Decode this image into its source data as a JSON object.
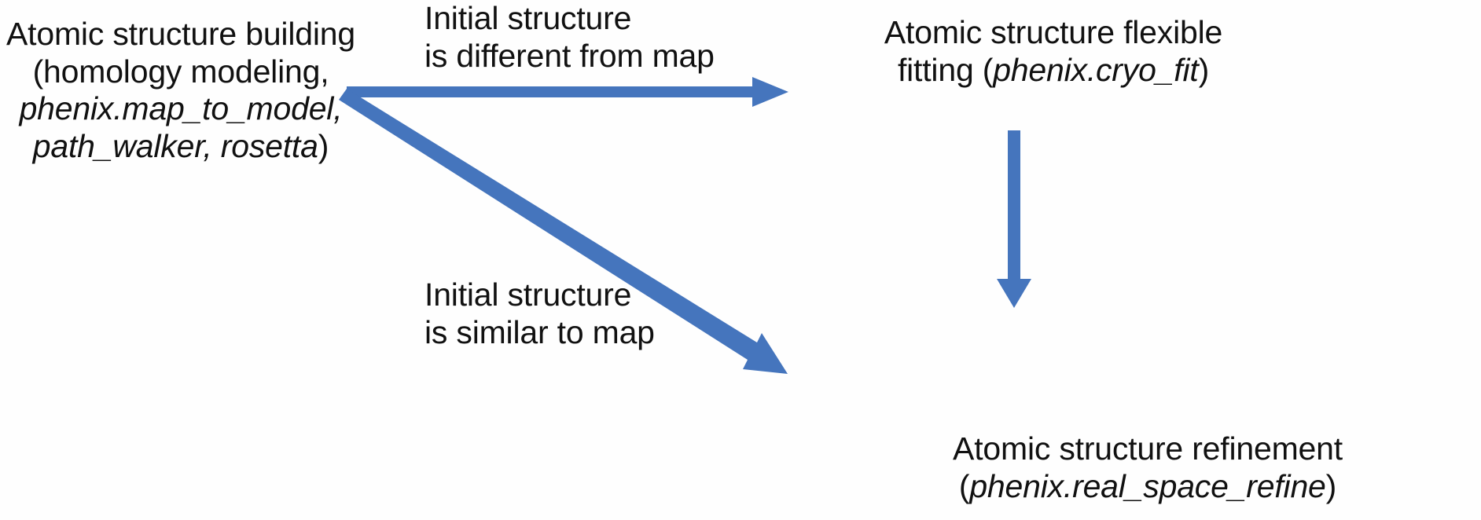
{
  "figure": {
    "kind": "flowchart",
    "background_color": "#ffffff",
    "text_color": "#111111",
    "arrow_color": "#4575BD"
  },
  "nodes": {
    "building": {
      "name": "atomic-structure-building",
      "lines": [
        {
          "text": "Atomic structure building",
          "italic": false
        },
        {
          "text": "(homology modeling,",
          "italic": false
        },
        {
          "text": "phenix.map_to_model,",
          "italic": true
        },
        {
          "text": "path_walker, rosetta",
          "italic": true,
          "suffix": ")"
        }
      ]
    },
    "flexible_fitting": {
      "name": "atomic-structure-flexible-fitting",
      "lines": [
        {
          "text": "Atomic structure flexible",
          "italic": false
        },
        {
          "prefix": "fitting (",
          "text": "phenix.cryo_fit",
          "italic": true,
          "suffix": ")"
        }
      ]
    },
    "refinement": {
      "name": "atomic-structure-refinement",
      "lines": [
        {
          "text": "Atomic structure refinement",
          "italic": false
        },
        {
          "prefix": "(",
          "text": "phenix.real_space_refine",
          "italic": true,
          "suffix": ")"
        }
      ]
    }
  },
  "edge_labels": {
    "different": {
      "name": "edge-label-different-from-map",
      "lines": [
        "Initial structure",
        "is different from map"
      ]
    },
    "similar": {
      "name": "edge-label-similar-to-map",
      "lines": [
        "Initial structure",
        "is similar to map"
      ]
    }
  },
  "arrows": [
    {
      "name": "arrow-building-to-flexible-fitting",
      "from": "building",
      "to": "flexible_fitting",
      "direction": "right",
      "color": "#4575BD"
    },
    {
      "name": "arrow-building-to-refinement",
      "from": "building",
      "to": "refinement",
      "direction": "down-right",
      "color": "#4575BD"
    },
    {
      "name": "arrow-flexible-fitting-to-refinement",
      "from": "flexible_fitting",
      "to": "refinement",
      "direction": "down",
      "color": "#4575BD"
    }
  ]
}
